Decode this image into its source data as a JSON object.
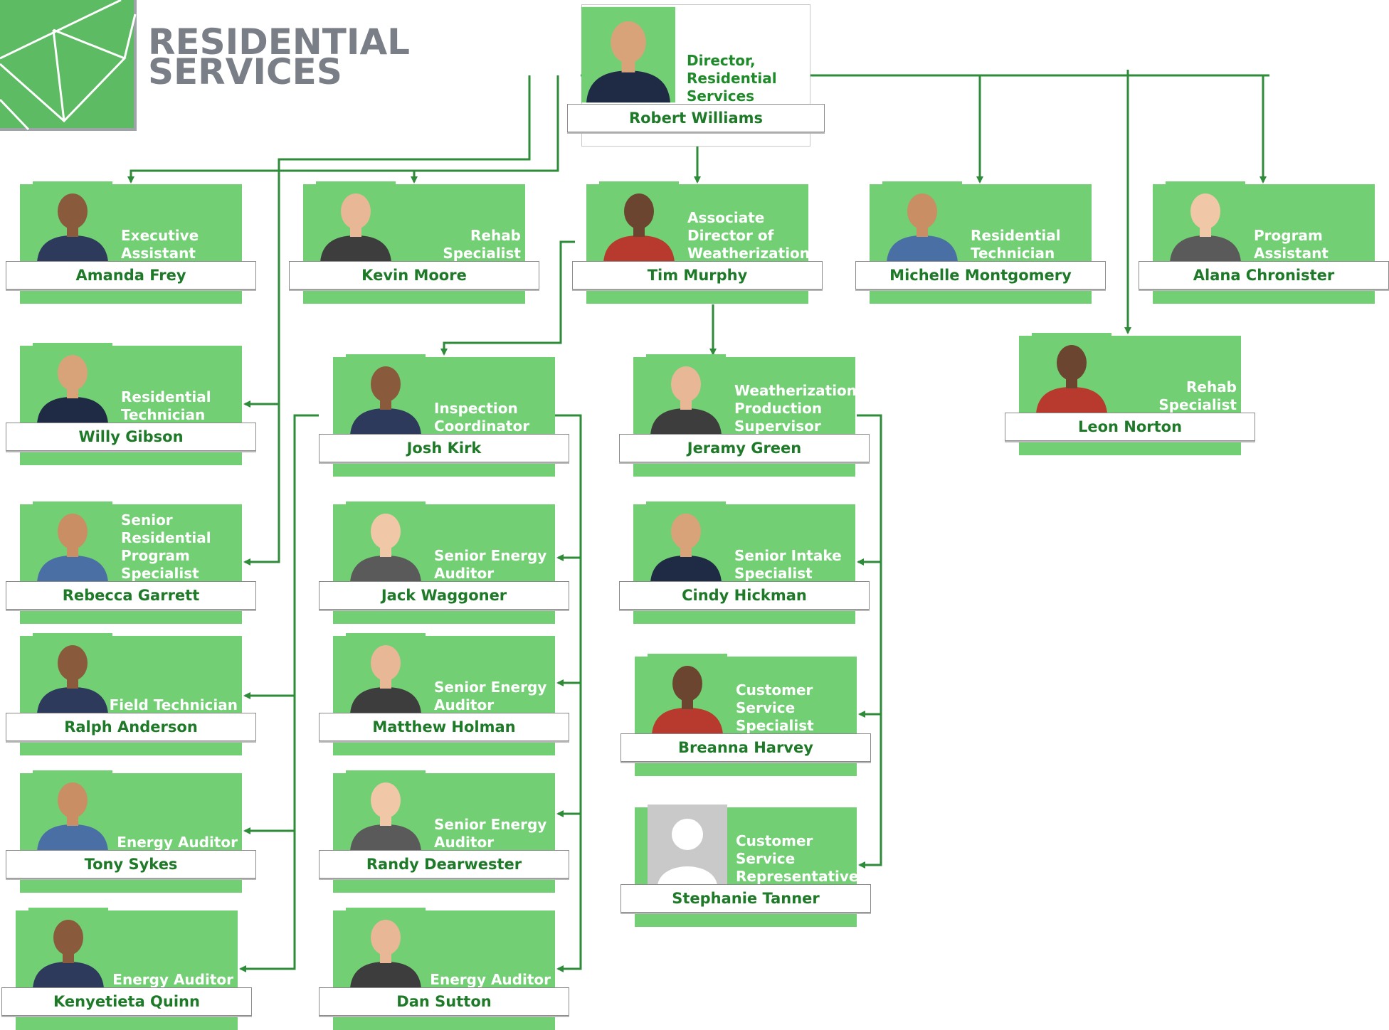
{
  "brand": {
    "line1": "RESIDENTIAL",
    "line2": "SERVICES"
  },
  "colors": {
    "box": "#72cf73",
    "line": "#2e8b3a",
    "name_text": "#1e7a28",
    "brand_text": "#7a7e86"
  },
  "people": [
    {
      "id": "director",
      "name": "Robert Williams",
      "role": "Director, Residential Services",
      "role_lines": [
        "Director,",
        "Residential",
        "Services"
      ],
      "photo": "person-photo"
    },
    {
      "id": "frey",
      "name": "Amanda Frey",
      "role_lines": [
        "Executive",
        "Assistant"
      ],
      "photo": "person-photo"
    },
    {
      "id": "moore",
      "name": "Kevin Moore",
      "role_lines": [
        "Rehab Specialist"
      ],
      "photo": "person-photo"
    },
    {
      "id": "murphy",
      "name": "Tim Murphy",
      "role_lines": [
        "Associate",
        "Director of",
        "Weatherization"
      ],
      "photo": "person-photo"
    },
    {
      "id": "montgomery",
      "name": "Michelle Montgomery",
      "role_lines": [
        "Residential",
        "Technician"
      ],
      "photo": "person-photo"
    },
    {
      "id": "chronister",
      "name": "Alana Chronister",
      "role_lines": [
        "Program",
        "Assistant"
      ],
      "photo": "person-photo"
    },
    {
      "id": "gibson",
      "name": "Willy Gibson",
      "role_lines": [
        "Residential",
        "Technician"
      ],
      "photo": "person-photo"
    },
    {
      "id": "kirk",
      "name": "Josh Kirk",
      "role_lines": [
        "Inspection",
        "Coordinator"
      ],
      "photo": "person-photo"
    },
    {
      "id": "green",
      "name": "Jeramy Green",
      "role_lines": [
        "Weatherization",
        "Production",
        "Supervisor"
      ],
      "photo": "person-photo"
    },
    {
      "id": "norton",
      "name": "Leon Norton",
      "role_lines": [
        "Rehab Specialist"
      ],
      "photo": "person-photo"
    },
    {
      "id": "garrett",
      "name": "Rebecca Garrett",
      "role_lines": [
        "Senior",
        "Residential",
        "Program",
        "Specialist"
      ],
      "photo": "person-photo"
    },
    {
      "id": "waggoner",
      "name": "Jack Waggoner",
      "role_lines": [
        "Senior Energy",
        "Auditor"
      ],
      "photo": "person-photo"
    },
    {
      "id": "hickman",
      "name": "Cindy Hickman",
      "role_lines": [
        "Senior Intake",
        "Specialist"
      ],
      "photo": "person-photo"
    },
    {
      "id": "anderson",
      "name": "Ralph Anderson",
      "role_lines": [
        "Field Technician"
      ],
      "photo": "person-photo"
    },
    {
      "id": "holman",
      "name": "Matthew Holman",
      "role_lines": [
        "Senior Energy",
        "Auditor"
      ],
      "photo": "person-photo"
    },
    {
      "id": "harvey",
      "name": "Breanna Harvey",
      "role_lines": [
        "Customer",
        "Service",
        "Specialist"
      ],
      "photo": "person-photo"
    },
    {
      "id": "sykes",
      "name": "Tony Sykes",
      "role_lines": [
        "Energy Auditor"
      ],
      "photo": "person-photo"
    },
    {
      "id": "dearwester",
      "name": "Randy Dearwester",
      "role_lines": [
        "Senior Energy",
        "Auditor"
      ],
      "photo": "person-photo"
    },
    {
      "id": "tanner",
      "name": "Stephanie Tanner",
      "role_lines": [
        "Customer",
        "Service",
        "Representative"
      ],
      "photo": "placeholder-avatar"
    },
    {
      "id": "quinn",
      "name": "Kenyetieta Quinn",
      "role_lines": [
        "Energy Auditor"
      ],
      "photo": "person-photo"
    },
    {
      "id": "sutton",
      "name": "Dan Sutton",
      "role_lines": [
        "Energy Auditor"
      ],
      "photo": "person-photo"
    }
  ],
  "reports": [
    [
      "director",
      "frey"
    ],
    [
      "director",
      "moore"
    ],
    [
      "director",
      "murphy"
    ],
    [
      "director",
      "montgomery"
    ],
    [
      "director",
      "chronister"
    ],
    [
      "director",
      "norton"
    ],
    [
      "director",
      "gibson"
    ],
    [
      "director",
      "garrett"
    ],
    [
      "murphy",
      "kirk"
    ],
    [
      "murphy",
      "green"
    ],
    [
      "kirk",
      "anderson"
    ],
    [
      "kirk",
      "sykes"
    ],
    [
      "kirk",
      "quinn"
    ],
    [
      "kirk",
      "waggoner"
    ],
    [
      "kirk",
      "holman"
    ],
    [
      "kirk",
      "dearwester"
    ],
    [
      "kirk",
      "sutton"
    ],
    [
      "green",
      "hickman"
    ],
    [
      "green",
      "harvey"
    ],
    [
      "green",
      "tanner"
    ]
  ]
}
